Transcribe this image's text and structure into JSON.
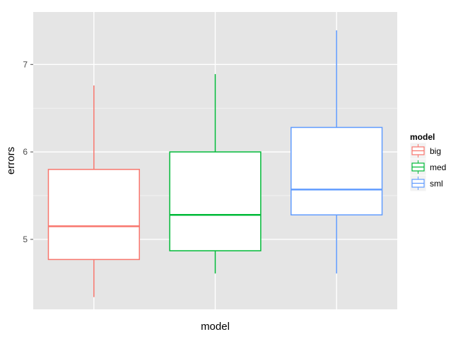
{
  "chart_data": {
    "type": "boxplot",
    "xlabel": "model",
    "ylabel": "errors",
    "ylim": [
      4.2,
      7.6
    ],
    "yticks": [
      5,
      6,
      7
    ],
    "grid": true,
    "legend": {
      "title": "model",
      "placement": "right"
    },
    "series": [
      {
        "name": "big",
        "color": "#F8766D",
        "whisker_low": 4.34,
        "q1": 4.77,
        "median": 5.15,
        "q3": 5.8,
        "whisker_high": 6.76
      },
      {
        "name": "med",
        "color": "#00BA38",
        "whisker_low": 4.61,
        "q1": 4.87,
        "median": 5.28,
        "q3": 6.0,
        "whisker_high": 6.89
      },
      {
        "name": "sml",
        "color": "#619CFF",
        "whisker_low": 4.61,
        "q1": 5.28,
        "median": 5.57,
        "q3": 6.28,
        "whisker_high": 7.39
      }
    ]
  }
}
